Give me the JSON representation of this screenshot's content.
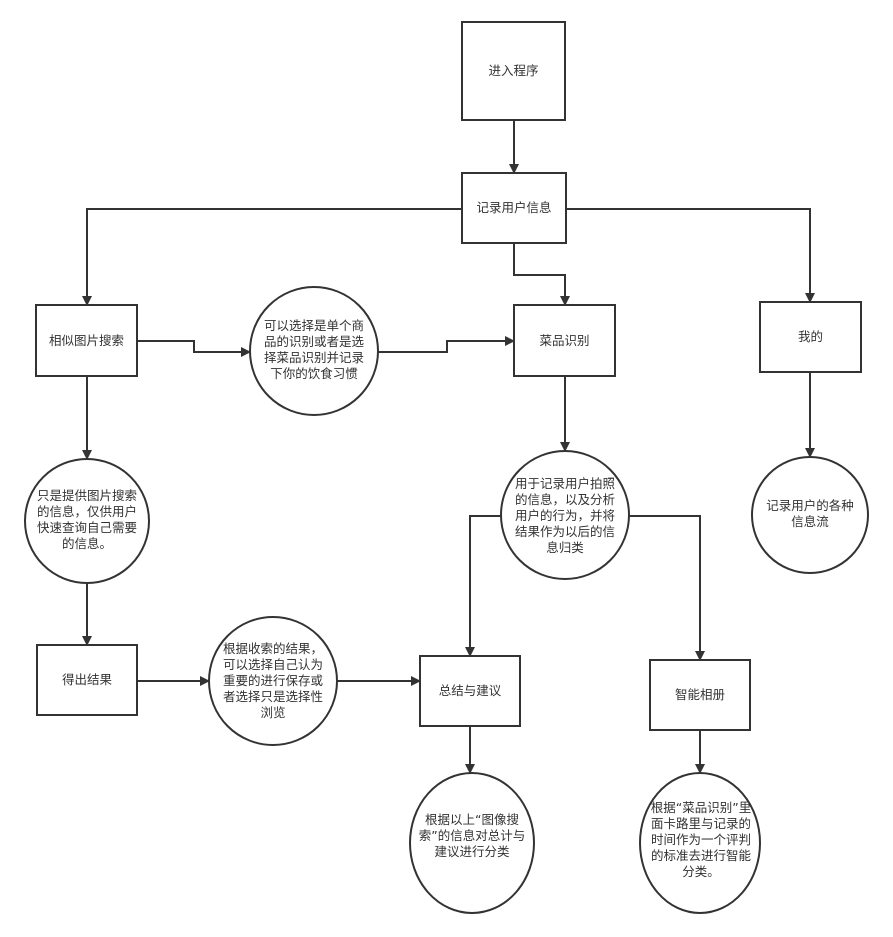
{
  "nodes": {
    "start": "进入程序",
    "record_user_info": "记录用户信息",
    "similar_image_search": "相似图片搜索",
    "choose_item_note": "可以选择是单个商品的识别或者是选择菜品识别并记录下你的饮食习惯",
    "dish_recognition": "菜品识别",
    "mine": "我的",
    "image_search_note": "只是提供图片搜索的信息，仅供用户快速查询自己需要的信息。",
    "dish_recognition_note": "用于记录用户拍照的信息，以及分析用户的行为，并将结果作为以后的信息归类",
    "mine_note": "记录用户的各种信息流",
    "get_result": "得出结果",
    "result_note": "根据收索的结果，可以选择自己认为重要的进行保存或者选择只是选择性浏览",
    "summary_advice": "总结与建议",
    "smart_album": "智能相册",
    "summary_note": "根据以上“图像搜索”的信息对总计与建议进行分类",
    "album_note": "根据“菜品识别”里面卡路里与记录的时间作为一个评判的标准去进行智能分类。"
  },
  "colors": {
    "stroke": "#333333",
    "text": "#333333",
    "background": "#ffffff"
  }
}
